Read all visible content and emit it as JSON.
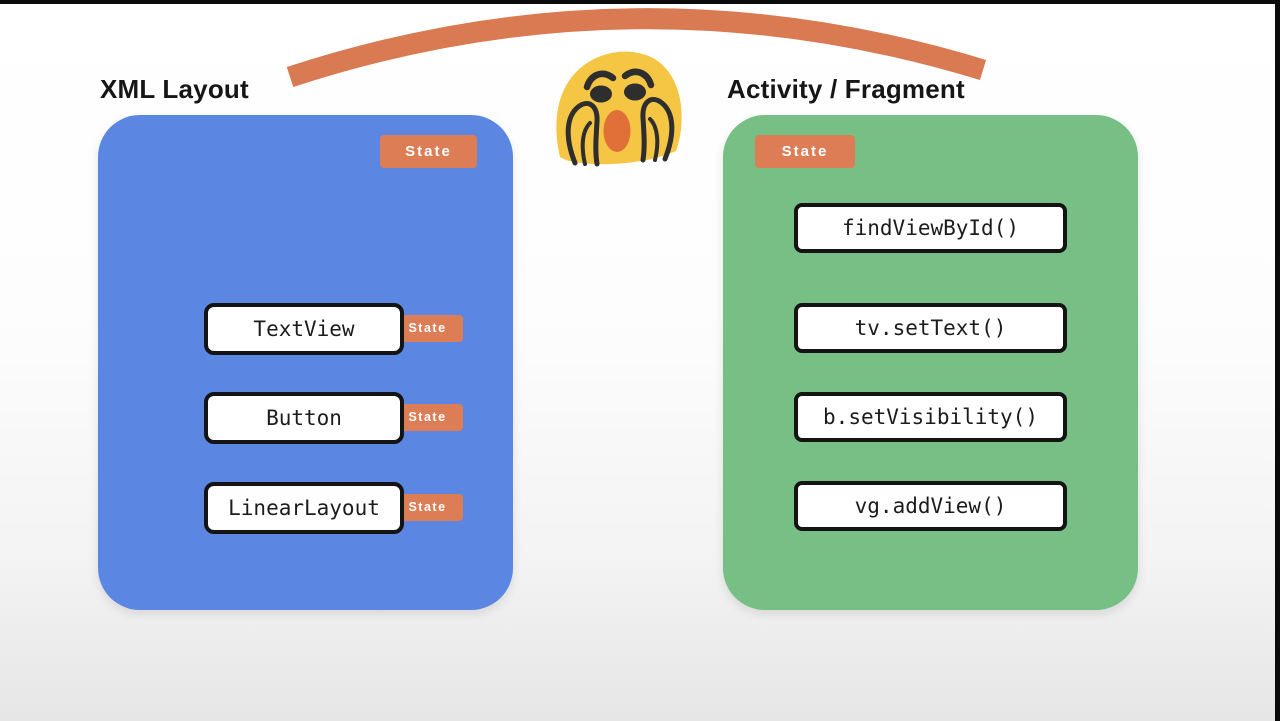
{
  "slide": {
    "background_top": "#ffffff",
    "background_bottom": "#e6e6e6",
    "letterbox_color": "#0b0b0b"
  },
  "connector": {
    "icon": "arc-connector",
    "color": "#d97a52"
  },
  "emoji": {
    "icon": "screaming-face-emoji",
    "face_color": "#f5c544",
    "mouth_color": "#e07038"
  },
  "left_panel": {
    "heading": "XML Layout",
    "panel_color": "#5b87e3",
    "state_badge": "State",
    "badge_color": "#dc7d55",
    "items": [
      {
        "label": "TextView",
        "badge": "State"
      },
      {
        "label": "Button",
        "badge": "State"
      },
      {
        "label": "LinearLayout",
        "badge": "State"
      }
    ]
  },
  "right_panel": {
    "heading": "Activity / Fragment",
    "panel_color": "#77bf84",
    "state_badge": "State",
    "items": [
      {
        "label": "findViewById()"
      },
      {
        "label": "tv.setText()"
      },
      {
        "label": "b.setVisibility()"
      },
      {
        "label": "vg.addView()"
      }
    ]
  }
}
